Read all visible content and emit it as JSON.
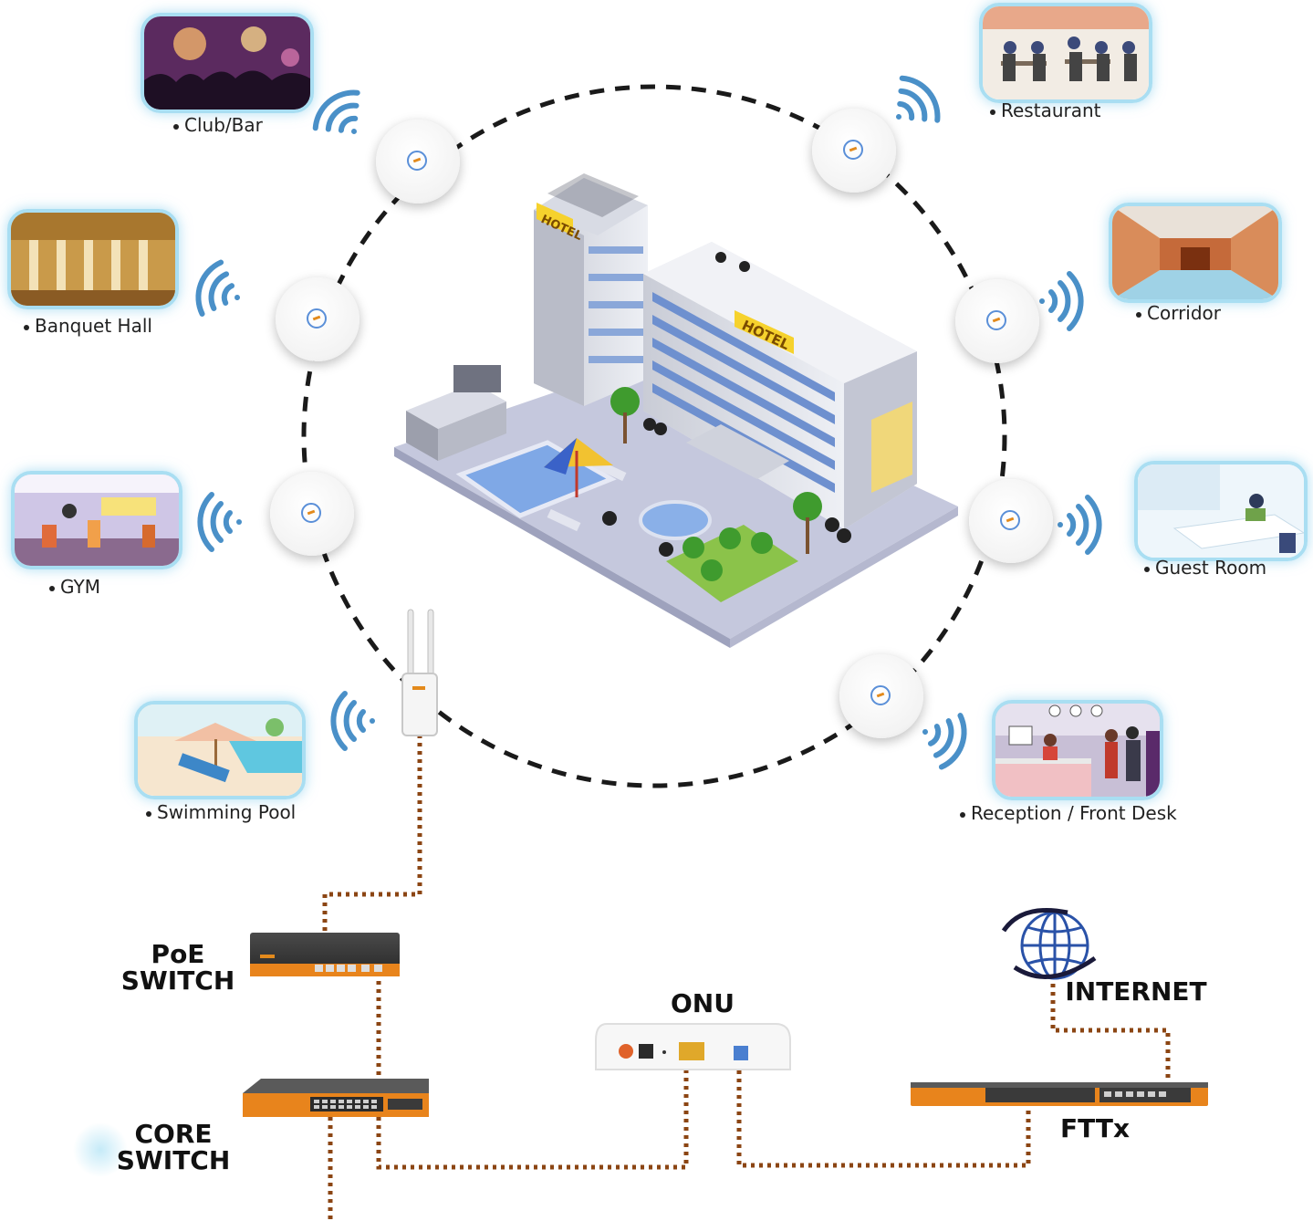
{
  "locations": {
    "club_bar": "Club/Bar",
    "banquet_hall": "Banquet Hall",
    "gym": "GYM",
    "swimming_pool": "Swimming Pool",
    "restaurant": "Restaurant",
    "corridor": "Corridor",
    "guest_room": "Guest Room",
    "reception": "Reception / Front Desk"
  },
  "devices": {
    "poe_switch_line1": "PoE",
    "poe_switch_line2": "SWITCH",
    "core_switch_line1": "CORE",
    "core_switch_line2": "SWITCH",
    "onu": "ONU",
    "internet": "INTERNET",
    "fttx": "FTTx"
  },
  "building_signs": {
    "tower_sign": "HOTEL",
    "main_sign": "HOTEL"
  },
  "colors": {
    "ring": "#1a1a1a",
    "cable": "#8b4513",
    "wifi_waves": "#4a90c8",
    "thumb_border": "#a9def2",
    "switch_orange": "#e8841c",
    "switch_body": "#3a3a3a",
    "globe": "#2a52a8"
  }
}
